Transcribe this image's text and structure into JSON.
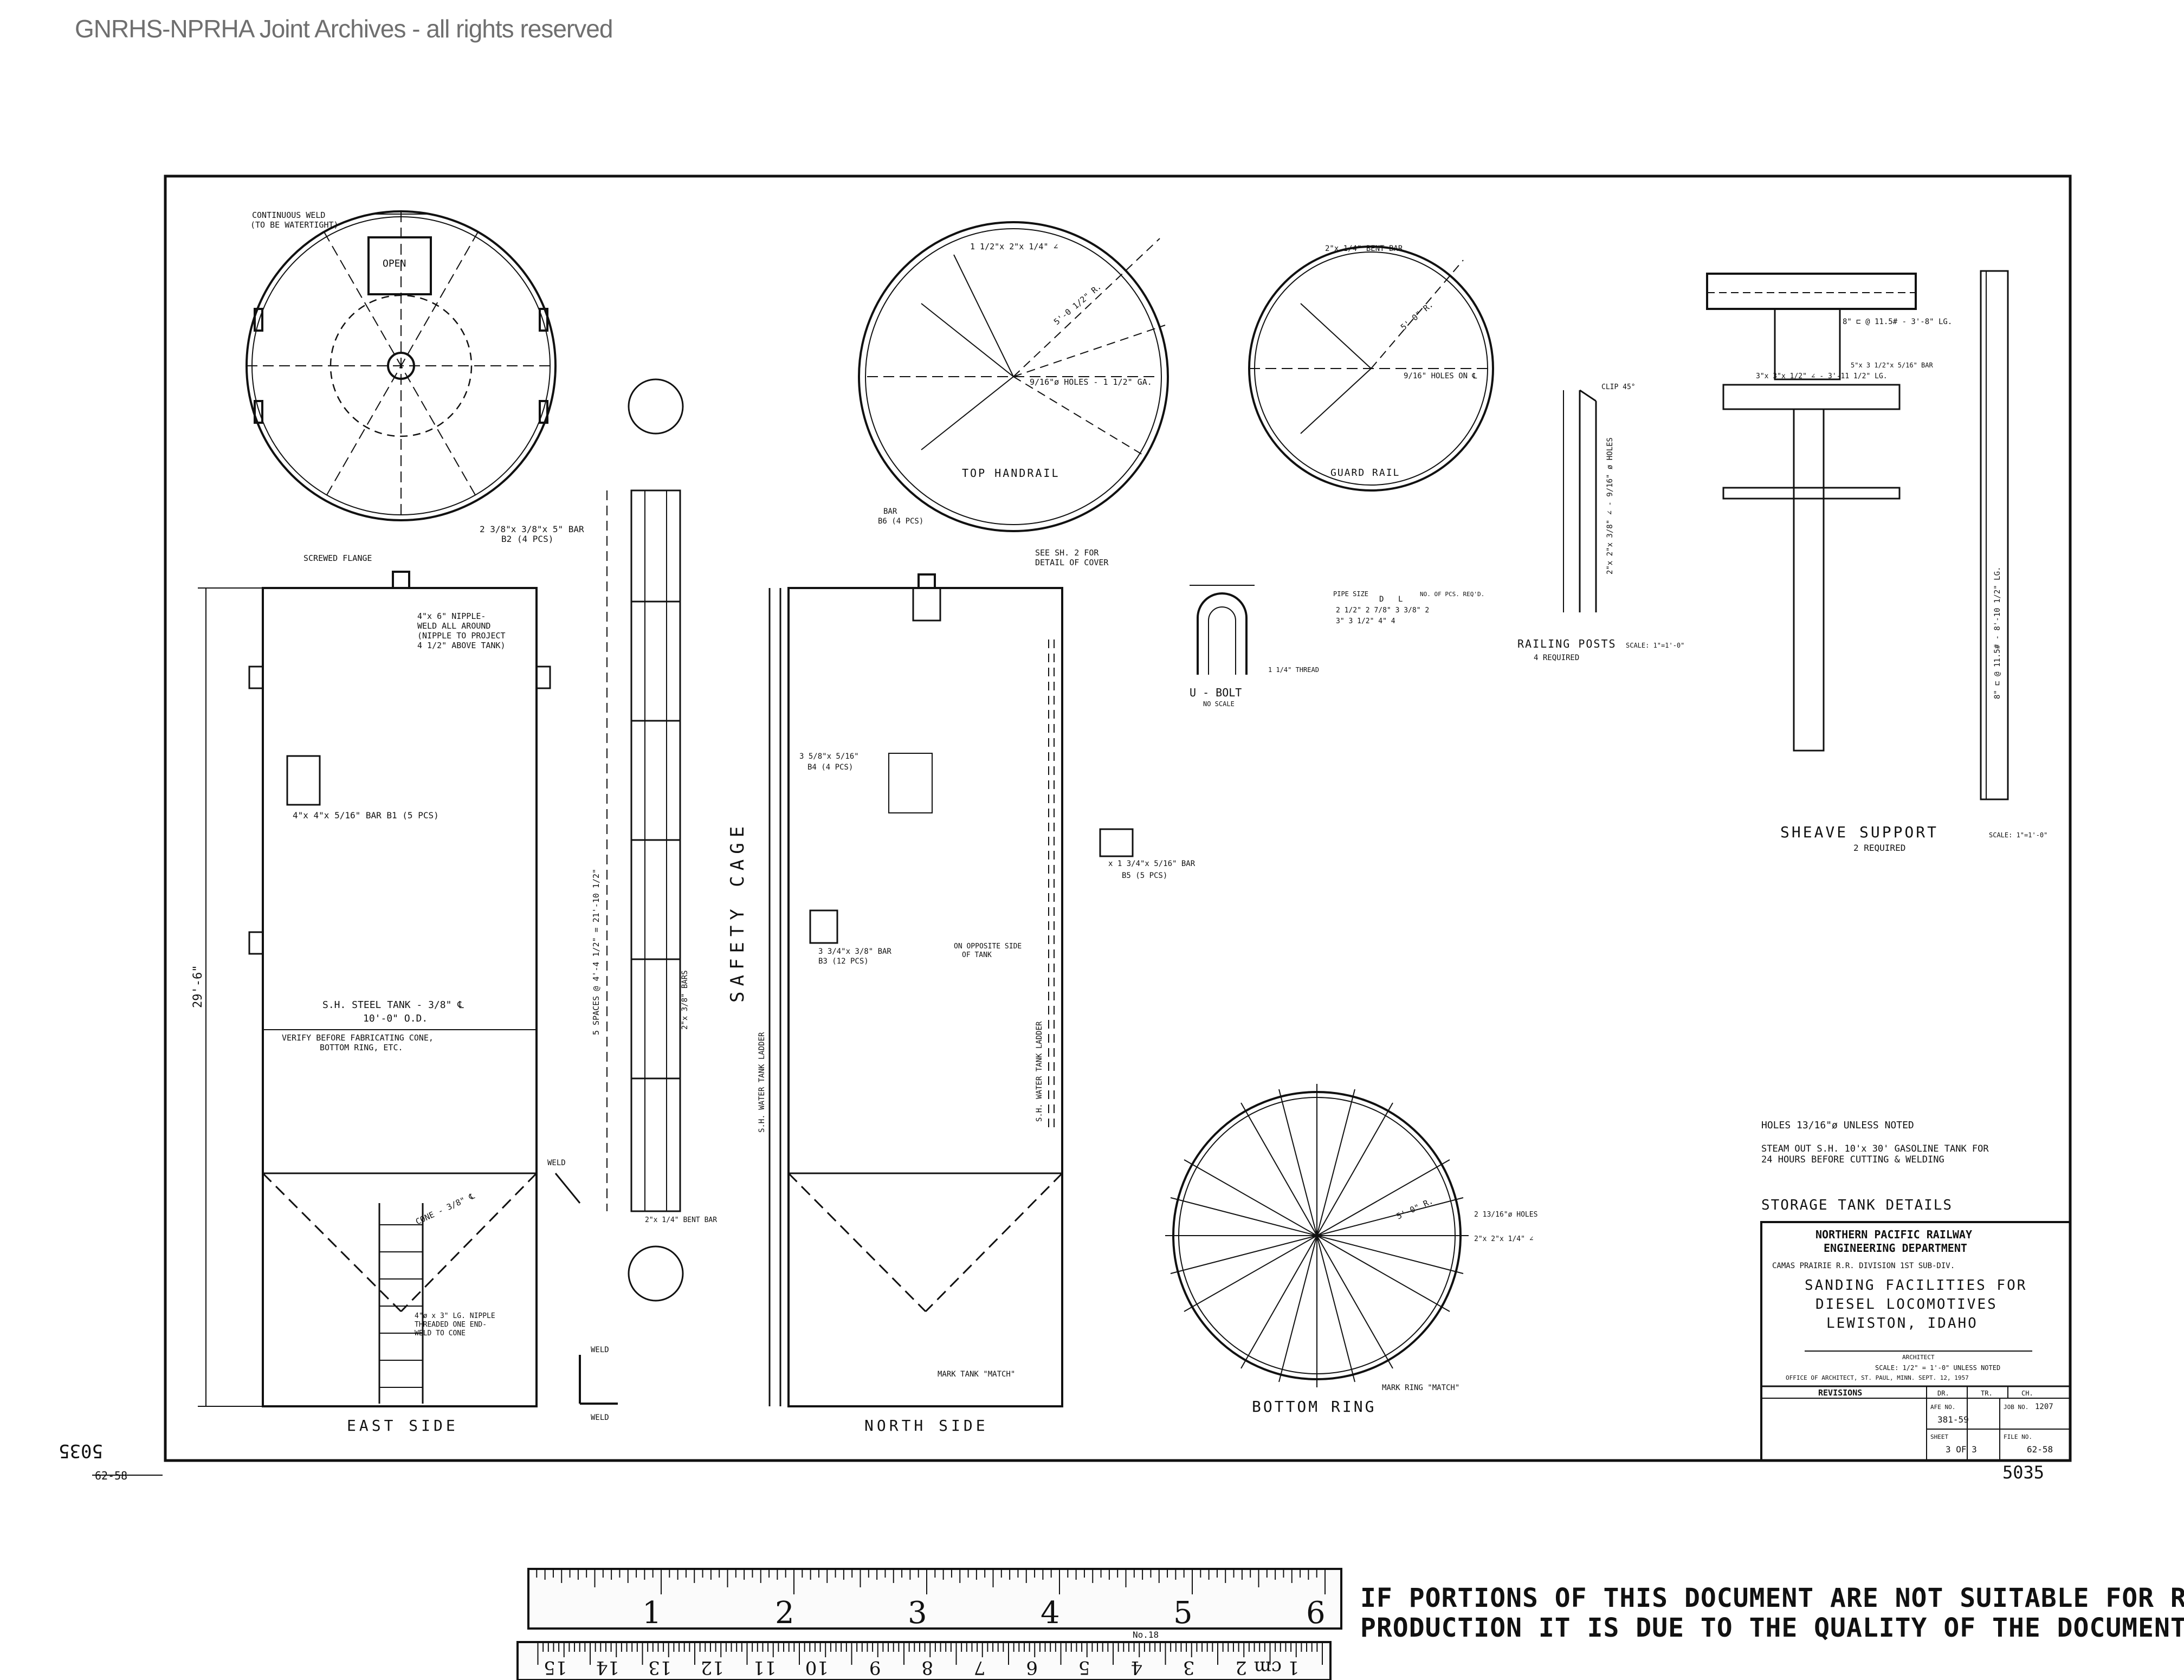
{
  "watermark": "GNRHS-NPRHA Joint Archives - all rights reserved",
  "views": {
    "east_side": "EAST SIDE",
    "north_side": "NORTH SIDE",
    "safety_cage": "SAFETY CAGE",
    "top_handrail": "TOP HANDRAIL",
    "guard_rail": "GUARD RAIL",
    "bottom_ring": "BOTTOM RING",
    "railing_posts": "RAILING POSTS",
    "railing_posts_qty": "4 REQUIRED",
    "railing_posts_scale": "SCALE: 1\"=1'-0\"",
    "u_bolt": "U - BOLT",
    "u_bolt_scale": "NO SCALE",
    "sheave_support": "SHEAVE SUPPORT",
    "sheave_support_qty": "2 REQUIRED",
    "sheave_support_scale": "SCALE: 1\"=1'-0\""
  },
  "notes": {
    "continuous_weld": "CONTINUOUS WELD",
    "continuous_weld_2": "(TO BE WATERTIGHT)",
    "open": "OPEN",
    "screwed_flange": "SCREWED FLANGE",
    "nipple": "4\"x 6\" NIPPLE-",
    "nipple_2": "WELD ALL AROUND",
    "nipple_3": "(NIPPLE TO PROJECT",
    "nipple_4": "4 1/2\" ABOVE TANK)",
    "tank": "S.H. STEEL TANK - 3/8\" ℄",
    "tank_od": "10'-0\" O.D.",
    "verify": "VERIFY BEFORE FABRICATING CONE,",
    "verify_2": "BOTTOM RING, ETC.",
    "height": "29'-6\"",
    "b1_bar": "4\"x 4\"x 5/16\" BAR  B1 (5 PCS)",
    "b2_bar": "2 3/8\"x 3/8\"x 5\" BAR",
    "b2_pcs": "B2 (4 PCS)",
    "b3_bar": "3 3/4\"x 3/8\" BAR",
    "b3_pcs": "B3 (12 PCS)",
    "b4_bar": "3 5/8\"x 5/16\"",
    "b4_pcs": "B4 (4 PCS)",
    "b5_bar": "x 1 3/4\"x 5/16\" BAR",
    "b5_pcs": "B5 (5 PCS)",
    "b6_bar": "BAR",
    "b6_pcs": "B6 (4 PCS)",
    "see_sheet": "SEE SH. 2 FOR",
    "see_sheet_2": "DETAIL OF COVER",
    "opposite_side": "ON OPPOSITE SIDE",
    "opposite_side_2": "OF TANK",
    "spaces": "5 SPACES @ 4'-4 1/2\" = 21'-10 1/2\"",
    "bars": "2\"x 3/8\" BARS",
    "ladder": "S.H. WATER TANK LADDER",
    "ladder_2": "S.H. WATER TANK LADDER",
    "bent_bar": "2\"x 1/4\" BENT BAR",
    "weld": "WELD",
    "cone": "CONE - 3/8\" ℄",
    "nipple_cone": "4\"ø x 3\" LG. NIPPLE",
    "nipple_cone_2": "THREADED ONE END-",
    "nipple_cone_3": "WELD TO CONE",
    "mark_tank": "MARK TANK \"MATCH\"",
    "mark_ring": "MARK RING \"MATCH\"",
    "holes_bottom": "2 13/16\"ø HOLES",
    "angle_bottom": "2\"x 2\"x 1/4\" ∠",
    "radius_bottom": "5'-0\" R.",
    "top_radius": "5'-0 1/2\" R.",
    "top_holes": "9/16\"ø HOLES - 1 1/2\" GA.",
    "top_angle": "1 1/2\"x 2\"x 1/4\" ∠",
    "guard_bar": "2\"x 1/4\" BENT BAR",
    "guard_radius": "5'-0\" R.",
    "guard_holes": "9/16\" HOLES ON ℄",
    "clip": "CLIP 45°",
    "post_angle": "2\"x 2\"x 3/8\" ∠ - 9/16\" ø HOLES",
    "pipe_size": "PIPE SIZE",
    "pipe_d": "D",
    "pipe_l": "L",
    "pipe_reqd": "NO. OF PCS. REQ'D.",
    "pipe_row1": "2 1/2\"   2 7/8\"   3 3/8\"   2",
    "pipe_row2": "3\"    3 1/2\"   4\"   4",
    "thread": "1 1/4\" THREAD",
    "sheave_channel": "8\" ⊏ @ 11.5# - 3'-8\" LG.",
    "sheave_channel_2": "8\" ⊏ @ 11.5# - 8'-10 1/2\" LG.",
    "sheave_angle": "3\"x 3\"x 1/2\" ∠ - 3'-11 1/2\" LG.",
    "sheave_plate": "5\"x 3 1/2\"x 5/16\" BAR",
    "general_holes": "HOLES 13/16\"ø UNLESS NOTED",
    "steam_out": "STEAM OUT S.H. 10'x 30' GASOLINE TANK FOR",
    "steam_out_2": "24 HOURS BEFORE CUTTING & WELDING",
    "details_title": "STORAGE TANK DETAILS"
  },
  "title_block": {
    "railway": "NORTHERN PACIFIC RAILWAY",
    "department": "ENGINEERING DEPARTMENT",
    "division": "CAMAS PRAIRIE R.R. DIVISION   1ST SUB-DIV.",
    "line1": "SANDING FACILITIES FOR",
    "line2": "DIESEL LOCOMOTIVES",
    "line3": "LEWISTON, IDAHO",
    "architect": "ARCHITECT",
    "scale": "SCALE: 1/2\" = 1'-0\" UNLESS NOTED",
    "office": "OFFICE OF ARCHITECT, ST. PAUL, MINN.   SEPT. 12, 1957",
    "revisions": "REVISIONS",
    "dr": "DR.",
    "tr": "TR.",
    "ch": "CH.",
    "afe_label": "AFE NO.",
    "afe_value": "381-59",
    "job_label": "JOB NO.",
    "job_value": "1207",
    "sheet_label": "SHEET",
    "sheet_value": "3 OF 3",
    "file_label": "FILE NO.",
    "file_value": "62-58"
  },
  "margin": {
    "left_number": "5035",
    "left_sub": "62-58",
    "right_number": "5035"
  },
  "ruler": {
    "inches": [
      "1",
      "2",
      "3",
      "4",
      "5",
      "6"
    ],
    "cm": [
      "15",
      "14",
      "13",
      "12",
      "11",
      "10",
      "9",
      "8",
      "7",
      "6",
      "5",
      "4",
      "3",
      "2",
      "1 cm"
    ],
    "model": "No.18"
  },
  "notice": {
    "line1": "IF PORTIONS OF THIS DOCUMENT ARE NOT SUITABLE FOR RE-",
    "line2": "PRODUCTION IT IS DUE TO THE QUALITY OF THE DOCUMENT."
  }
}
